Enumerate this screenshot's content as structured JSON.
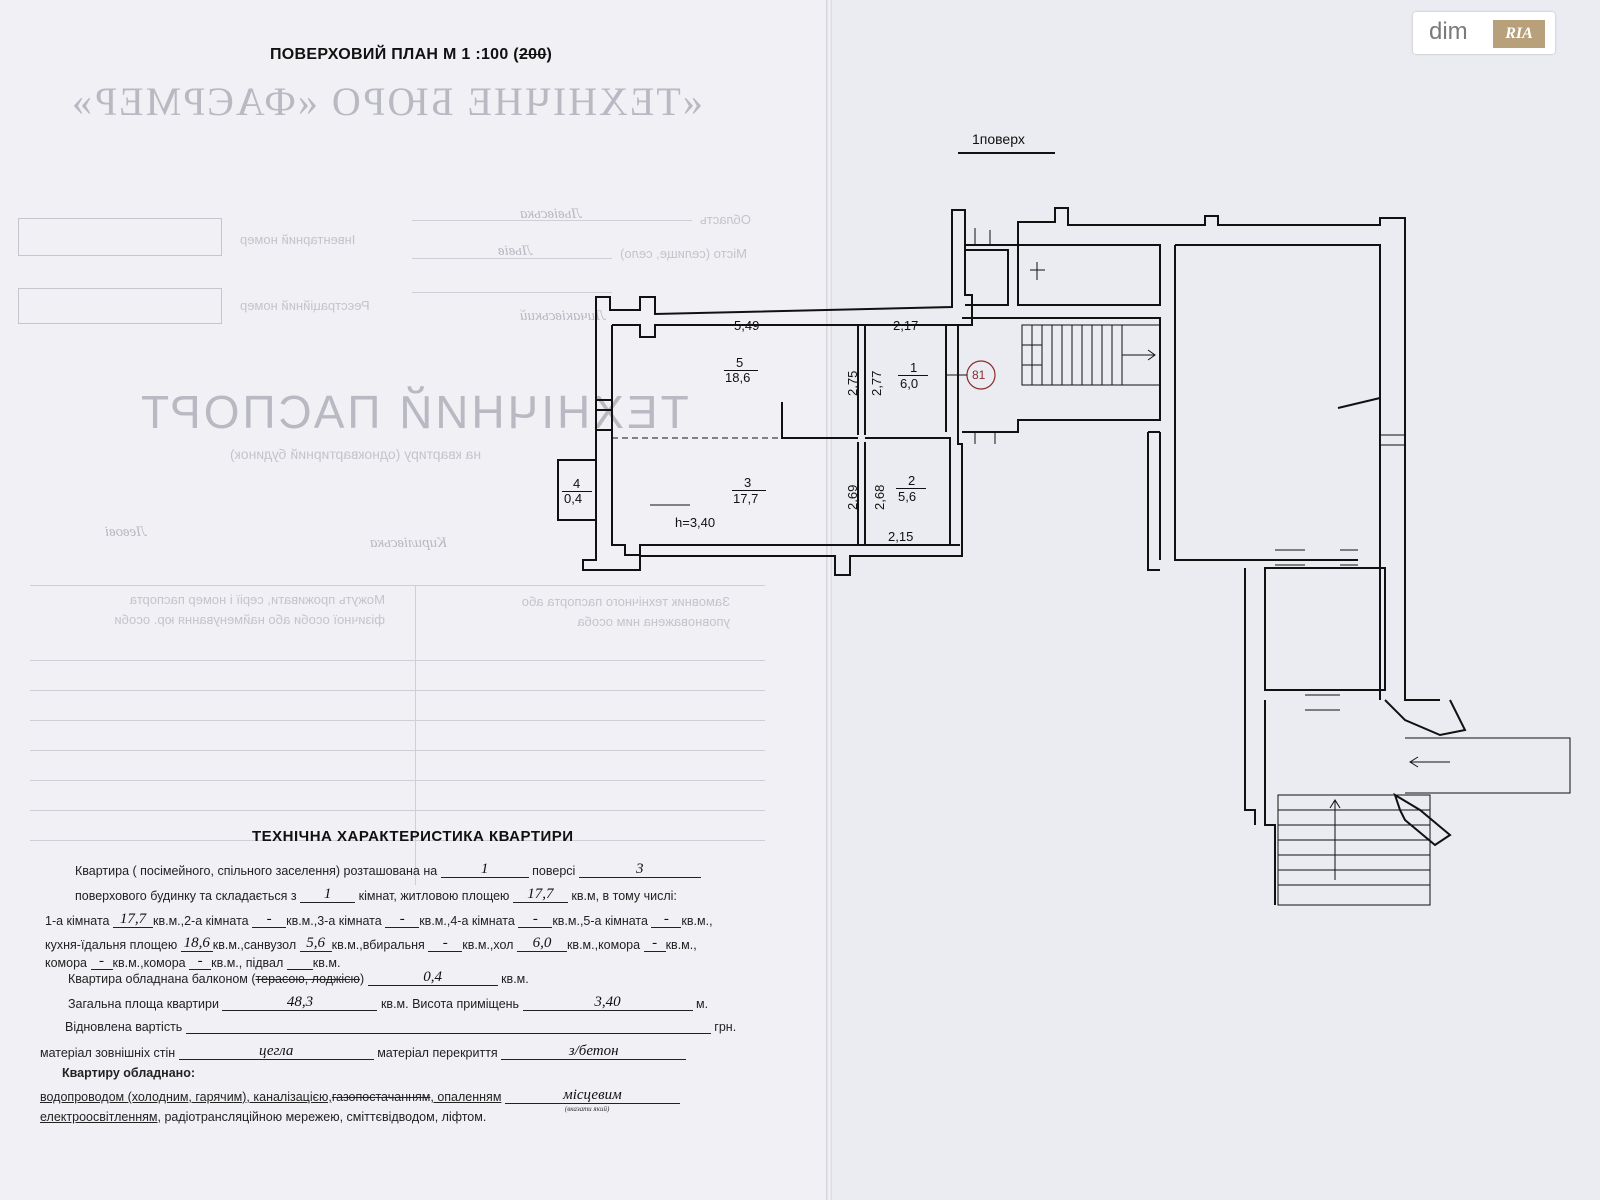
{
  "header": {
    "title_main": "ПОВЕРХОВИЙ ПЛАН М 1 :100 (",
    "title_struck": "200",
    "title_end": ")",
    "floor_label": "1поверх"
  },
  "logo": {
    "text_dim": "dim",
    "text_ria": "RIA"
  },
  "ghost": {
    "bureau": "«ТЕХНІЧНЕ БЮРО «ФАЄРМЕР»",
    "passport": "ТЕХНІЧНИЙ ПАСПОРТ",
    "subtitle": "на квартиру (одноквартирний будинок)",
    "oblast_label": "Область",
    "oblast_value": "Львівська",
    "city_label": "Місто (селище, село)",
    "city_value": "Львів",
    "inventory_label": "Інвентарний номер",
    "registry_label": "Реєстраційний номер",
    "district_value": "Личаківський",
    "street_value": "Кирилівська",
    "owner_info": "Можуть проживати, серії і номер паспорта фізичної особи або найменування юр. особи",
    "order_info": "Замовник технічного паспорта або уповноважена ним особа"
  },
  "plan": {
    "rooms": [
      {
        "num": "5",
        "area": "18,6"
      },
      {
        "num": "3",
        "area": "17,7"
      },
      {
        "num": "4",
        "area": "0,4"
      },
      {
        "num": "1",
        "area": "6,0"
      },
      {
        "num": "2",
        "area": "5,6"
      }
    ],
    "dimensions": {
      "d549": "5,49",
      "d217": "2,17",
      "d215": "2,15",
      "d275": "2,75",
      "d277": "2,77",
      "d269": "2,69",
      "d268": "2,68"
    },
    "height": "h=3,40",
    "apartment_no": "81"
  },
  "characteristics": {
    "title": "ТЕХНІЧНА ХАРАКТЕРИСТИКА  КВАРТИРИ",
    "line1_a": "Квартира ( посімейного, спільного заселення) розташована на",
    "floor": "1",
    "line1_b": "поверсі",
    "floors_total": "3",
    "line2_a": "поверхового будинку та складається  з",
    "rooms_count": "1",
    "line2_b": "кімнат, житловою площею",
    "living_area": "17,7",
    "line2_c": "кв.м,  в тому числі:",
    "r1_label": "1-а кімната",
    "r1_value": "17,7",
    "r2_label": "кв.м.,2-а кімната",
    "r2_value": "-",
    "r3_label": "кв.м.,3-а кімната",
    "r3_value": "-",
    "r4_label": "кв.м.,4-а кімната",
    "r4_value": "-",
    "r5_label": "кв.м.,5-а кімната",
    "r5_value": "-",
    "r_end": "кв.м.,",
    "kitchen_label": "кухня-їдальня площею",
    "kitchen_value": "18,6",
    "bath_label": "кв.м.,санвузол",
    "bath_value": "5,6",
    "wc_label": "кв.м.,вбиральня",
    "wc_value": "-",
    "hall_label": "кв.м.,хол",
    "hall_value": "6,0",
    "store_label": "кв.м.,комора",
    "store_value": "-",
    "store_end": "кв.м.,",
    "store2_label": "комора",
    "store2_value": "-",
    "store3_label": "кв.м.,комора",
    "store3_value": "-",
    "cellar_label": "кв.м.,  підвал",
    "cellar_value": "",
    "cellar_end": "кв.м.",
    "balcony_a": "Квартира обладнана балконом (",
    "balcony_struck": "терасою, лоджією",
    "balcony_b": ")",
    "balcony_value": "0,4",
    "balcony_unit": "кв.м.",
    "total_label": "Загальна площа квартири",
    "total_value": "48,3",
    "total_unit": "кв.м.  Висота приміщень",
    "height_value": "3,40",
    "height_unit": "м.",
    "cost_label": "Відновлена вартість",
    "cost_unit": "грн.",
    "walls_label": "матеріал зовнішніх стін",
    "walls_value": "цегла",
    "ceiling_label": "матеріал перекриття",
    "ceiling_value": "з/бетон",
    "equipped_title": "Квартиру обладнано:",
    "eq1": "водопроводом (холодним, гарячим), каналізацією,",
    "eq1_struck": "газопостачанням",
    "eq1_c": ", опаленням",
    "heating_value": "місцевим",
    "heating_hint": "(вказати який)",
    "eq2_a": "електроосвітленням",
    "eq2_b": ", радіотрансляційною мережею, сміттєвідводом, ліфтом."
  }
}
